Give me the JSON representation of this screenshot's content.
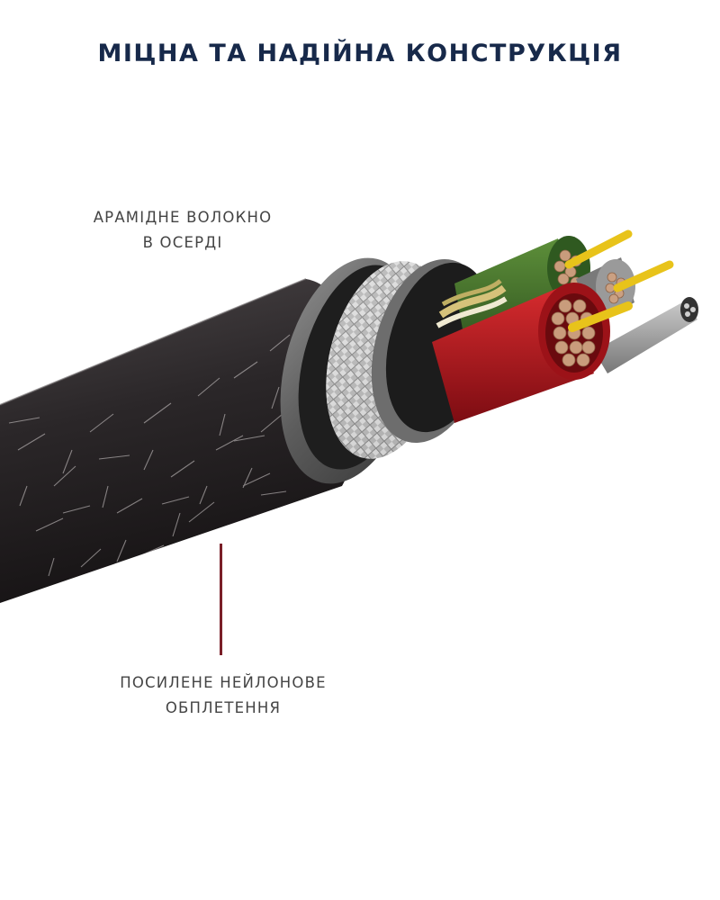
{
  "title": "МІЦНА ТА НАДІЙНА КОНСТРУКЦІЯ",
  "callouts": {
    "aramid": {
      "line1": "АРАМІДНЕ ВОЛОКНО",
      "line2": "В ОСЕРДІ"
    },
    "nylon": {
      "line1": "ПОСИЛЕНЕ НЕЙЛОНОВЕ",
      "line2": "ОБПЛЕТЕННЯ"
    }
  },
  "colors": {
    "title": "#17294a",
    "label": "#444444",
    "leader": "#7a1f28",
    "jacket": "#2e2a2c",
    "insulation_green": "#3e6b2a",
    "insulation_red": "#b3151e",
    "copper": "#c79a78",
    "gold": "#e8c31a"
  },
  "image": {
    "subject": "cable-cross-section-illustration"
  }
}
